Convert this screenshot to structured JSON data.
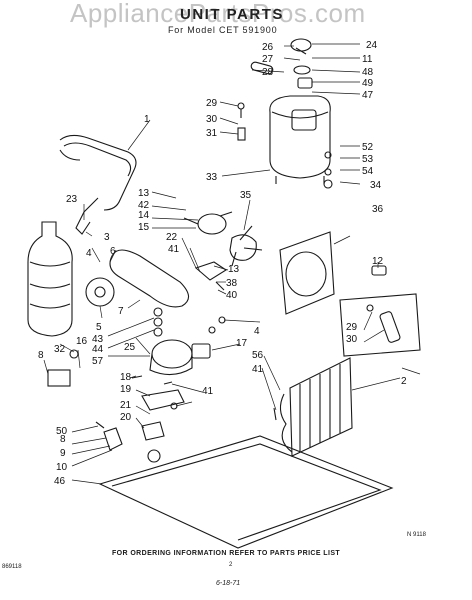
{
  "header": {
    "watermark": "AppliancePartsPros.com",
    "title": "UNIT PARTS",
    "subtitle": "For Model CET 591900"
  },
  "footer": {
    "ordering_note": "FOR ORDERING INFORMATION REFER TO PARTS PRICE LIST",
    "figure_code_right": "N 9118",
    "figure_code_left": "869118",
    "page_number": "2",
    "date": "6-18-71"
  },
  "callouts": {
    "c1": "1",
    "c2": "2",
    "c3": "3",
    "c4": "4",
    "c4b": "4",
    "c5": "5",
    "c6": "6",
    "c7": "7",
    "c8": "8",
    "c8b": "8",
    "c9": "9",
    "c10": "10",
    "c11": "11",
    "c12": "12",
    "c13": "13",
    "c13b": "13",
    "c14": "14",
    "c15": "15",
    "c16": "16",
    "c17": "17",
    "c18": "18",
    "c19": "19",
    "c20": "20",
    "c21": "21",
    "c22": "22",
    "c23": "23",
    "c24": "24",
    "c25": "25",
    "c26": "26",
    "c27": "27",
    "c28": "28",
    "c29": "29",
    "c29b": "29",
    "c30": "30",
    "c30b": "30",
    "c31": "31",
    "c32": "32",
    "c33": "33",
    "c34": "34",
    "c35": "35",
    "c36": "36",
    "c38": "38",
    "c40": "40",
    "c41": "41",
    "c41b": "41",
    "c41c": "41",
    "c42": "42",
    "c43": "43",
    "c44": "44",
    "c46": "46",
    "c47": "47",
    "c48": "48",
    "c49": "49",
    "c50": "50",
    "c52": "52",
    "c53": "53",
    "c54": "54",
    "c56": "56",
    "c57": "57"
  }
}
